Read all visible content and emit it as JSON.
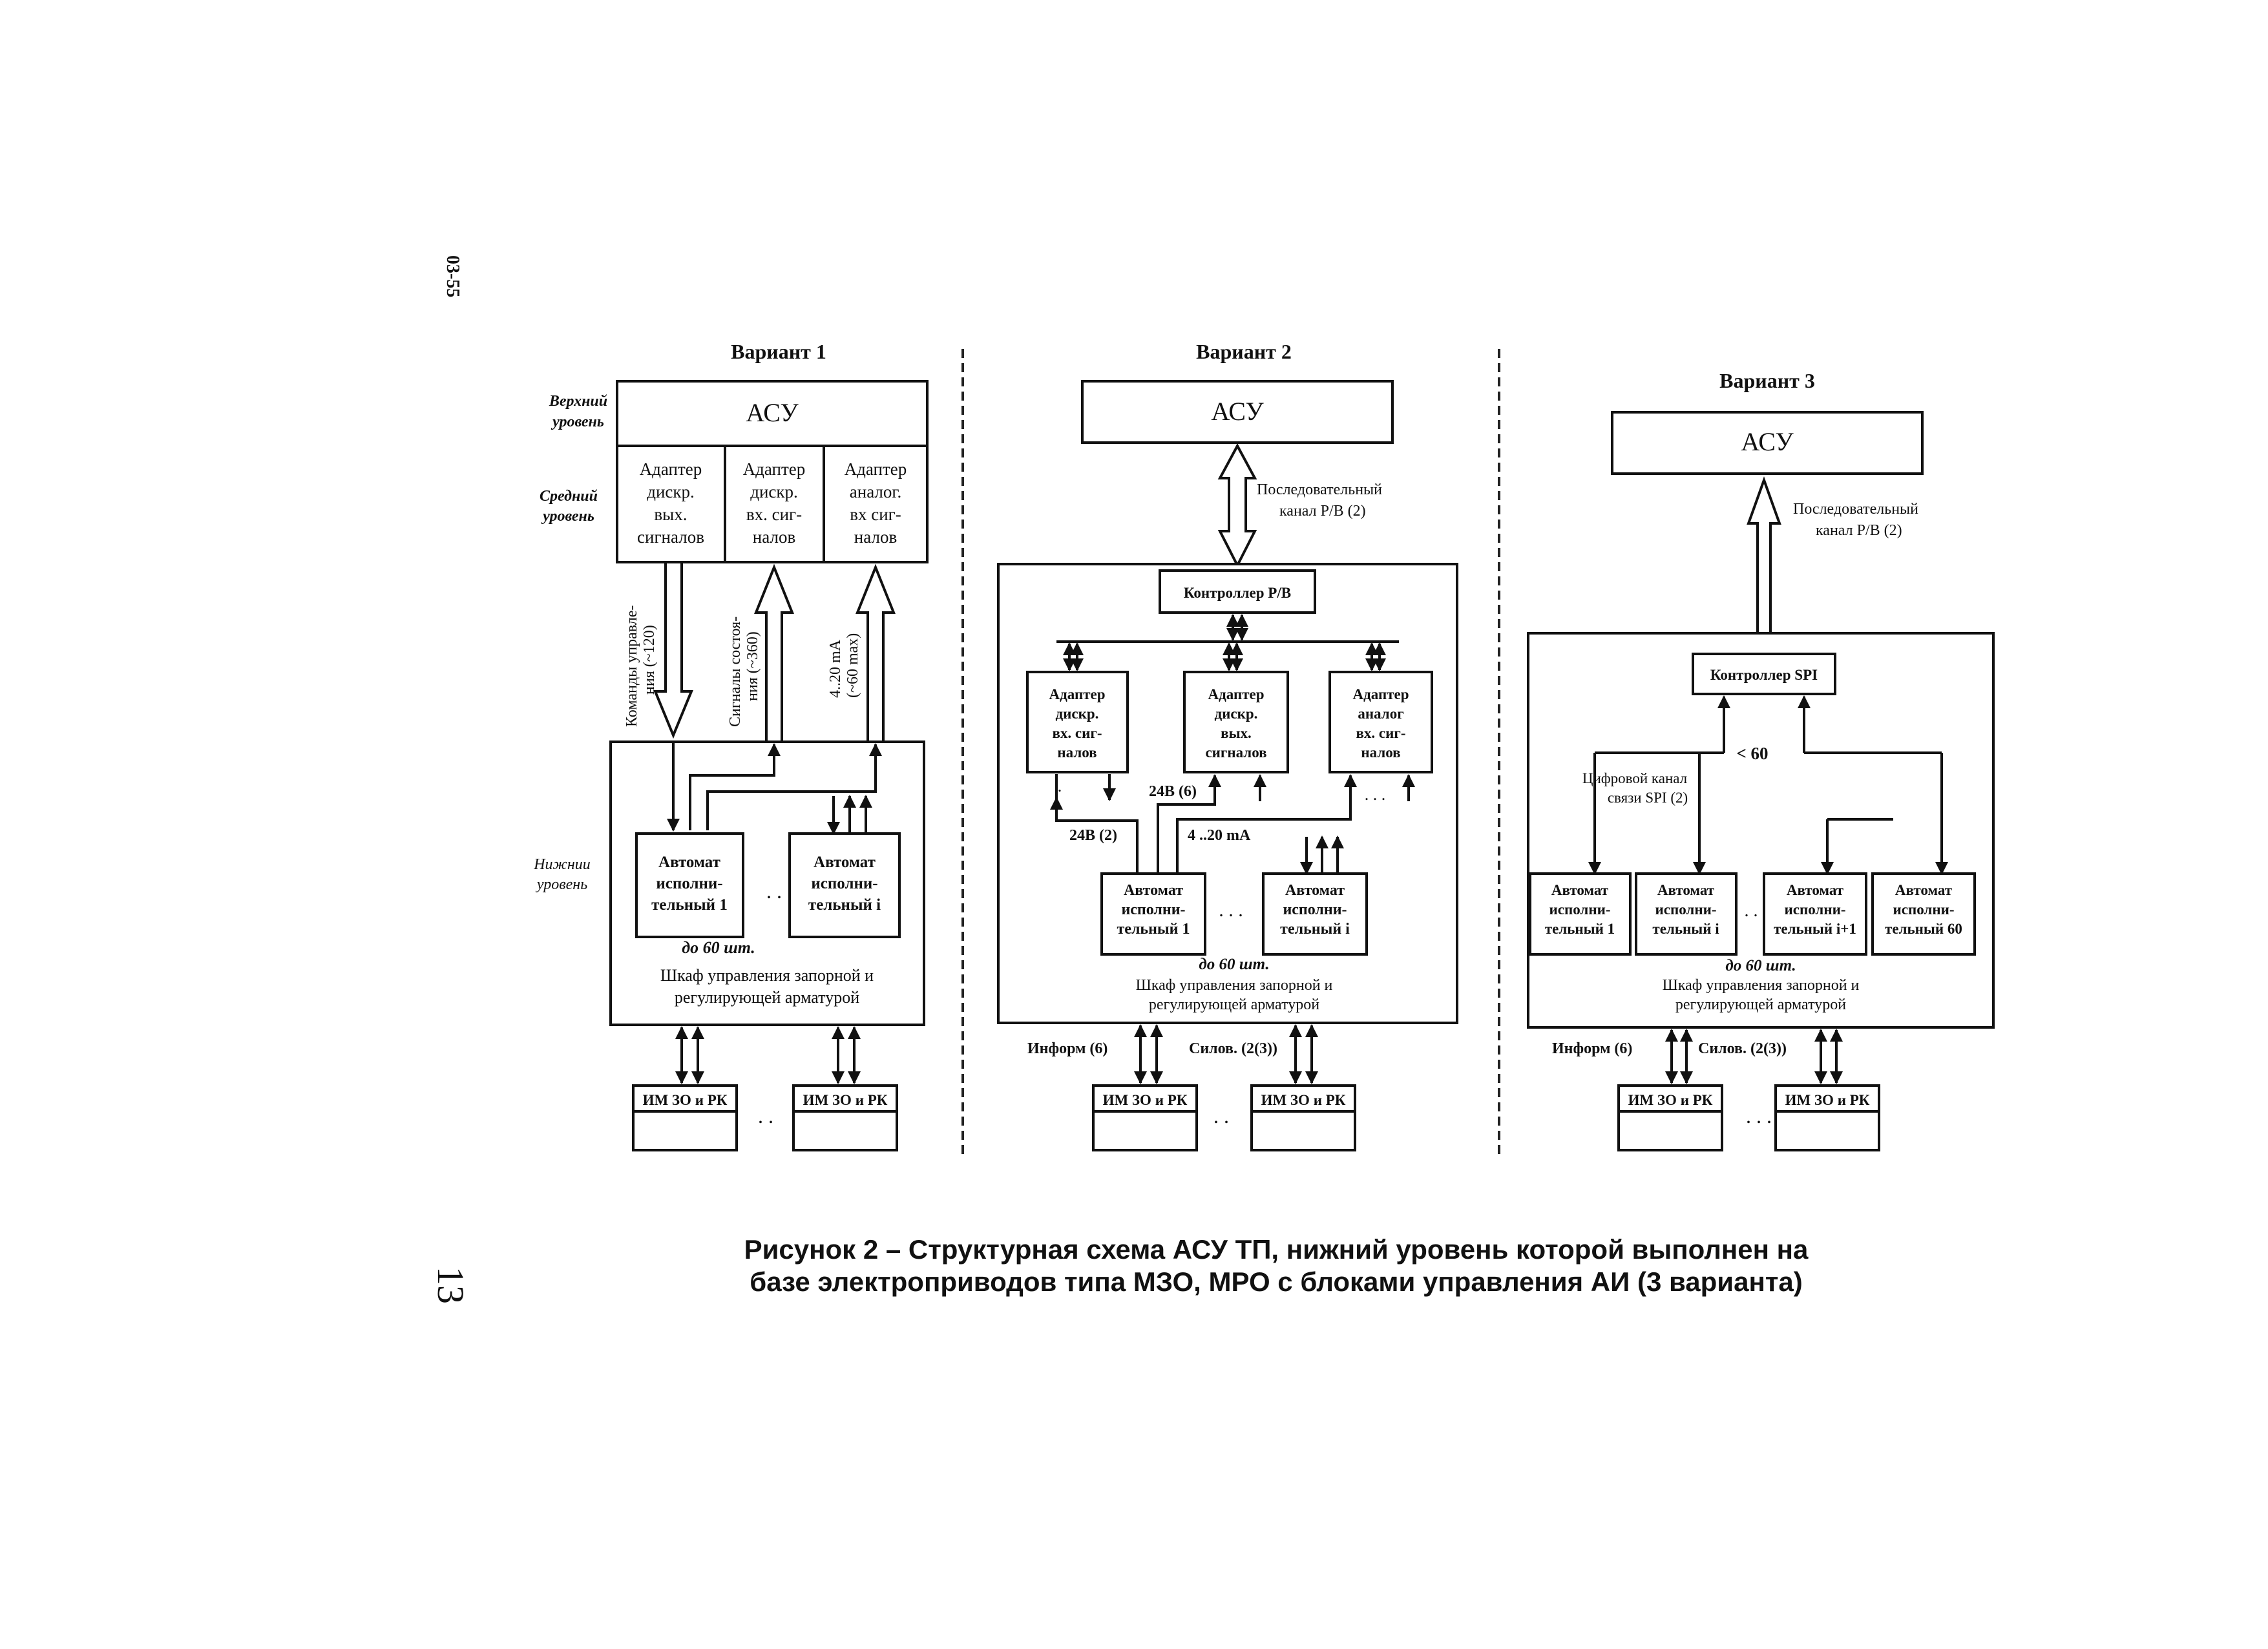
{
  "page": {
    "side_code": "03-55",
    "page_number": "13"
  },
  "levels": {
    "upper": [
      "Верхний",
      "уровень"
    ],
    "middle": [
      "Средний",
      "уровень"
    ],
    "lower": [
      "Нижнии",
      "уровень"
    ]
  },
  "v1": {
    "title": "Вариант 1",
    "asu": "АСУ",
    "adapter_out": [
      "Адаптер",
      "дискр.",
      "вых.",
      "сигналов"
    ],
    "adapter_in": [
      "Адаптер",
      "дискр.",
      "вх. сиг-",
      "налов"
    ],
    "adapter_an": [
      "Адаптер",
      "аналог.",
      "вх сиг-",
      "налов"
    ],
    "arrow_cmd": [
      "Команды управле-",
      "ния (~120)"
    ],
    "arrow_state": [
      "Сигналы состоя-",
      "ния (~360)"
    ],
    "arrow_analog": [
      "4..20 mA",
      "(~60 max)"
    ],
    "auto1": [
      "Автомат",
      "исполни-",
      "тельный 1"
    ],
    "autoi": [
      "Автомат",
      "исполни-",
      "тельный i"
    ],
    "dots": ". .",
    "up_to": "до 60 шт.",
    "cabinet": [
      "Шкаф управления запорной и",
      "регулирующей арматурой"
    ],
    "im1": "ИМ ЗО и РК",
    "im2": "ИМ ЗО и РК",
    "im_dots": ". ."
  },
  "v2": {
    "title": "Вариант 2",
    "asu": "АСУ",
    "serial": [
      "Последовательный",
      "канал Р/В (2)"
    ],
    "controller": "Контроллер Р/В",
    "adapter_in": [
      "Адаптер",
      "дискр.",
      "вх. сиг-",
      "налов"
    ],
    "adapter_out": [
      "Адаптер",
      "дискр.",
      "вых.",
      "сигналов"
    ],
    "adapter_an": [
      "Адаптер",
      "аналог",
      "вх. сиг-",
      "налов"
    ],
    "v24_6": "24В (6)",
    "v24_2": "24В (2)",
    "ma": "4 ..20 mA",
    "small_dots": ". . .",
    "auto1": [
      "Автомат",
      "исполни-",
      "тельный 1"
    ],
    "autoi": [
      "Автомат",
      "исполни-",
      "тельный i"
    ],
    "dots": ". . .",
    "up_to": "до 60 шт.",
    "cabinet": [
      "Шкаф управления запорной и",
      "регулирующей арматурой"
    ],
    "info": "Информ (6)",
    "power": "Силов. (2(3))",
    "im1": "ИМ ЗО и РК",
    "im2": "ИМ ЗО и РК",
    "im_dots": ". ."
  },
  "v3": {
    "title": "Вариант 3",
    "asu": "АСУ",
    "serial": [
      "Последовательный",
      "канал Р/В (2)"
    ],
    "controller": "Контроллер SPI",
    "digital": [
      "Цифровой канал",
      "связи SPI (2)"
    ],
    "lt60": "< 60",
    "auto1": [
      "Автомат",
      "исполни-",
      "тельный 1"
    ],
    "autoi": [
      "Автомат",
      "исполни-",
      "тельный i"
    ],
    "autoi1": [
      "Автомат",
      "исполни-",
      "тельный i+1"
    ],
    "auto60": [
      "Автомат",
      "исполни-",
      "тельный 60"
    ],
    "dots": ". .",
    "up_to": "до 60 шт.",
    "cabinet": [
      "Шкаф управления запорной и",
      "регулирующей арматурой"
    ],
    "info": "Информ (6)",
    "power": "Силов. (2(3))",
    "im1": "ИМ ЗО и РК",
    "im2": "ИМ ЗО и РК",
    "im_dots": ". . ."
  },
  "caption": [
    "Рисунок 2 – Структурная схема АСУ ТП, нижний уровень которой выполнен на",
    "базе электроприводов типа МЗО, МРО с блоками управления АИ (3 варианта)"
  ]
}
